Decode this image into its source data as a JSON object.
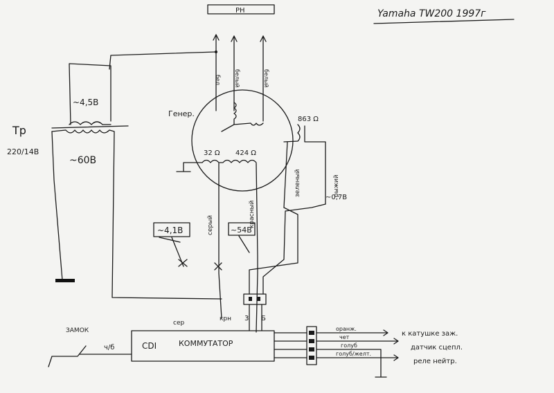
{
  "title": "Yamaha TW200 1997г",
  "blocks": {
    "rr": "РН",
    "generator": "Генер.",
    "transformer": "Тр",
    "transformer_ratio": "220/14В",
    "cdi": "CDI",
    "commutator": "КОММУТАТОР"
  },
  "measurements": {
    "v_top": "~4,5В",
    "v_transformer": "~60В",
    "v_grey": "~4,1В",
    "v_brown": "~54В",
    "v_green": "~0,7В",
    "r_coil": "863 Ω",
    "r_grey": "32 Ω",
    "r_brown": "424 Ω"
  },
  "wire_labels": {
    "bel": "бел",
    "white1": "белый",
    "white2": "белый",
    "grey": "серый",
    "brown": "красный",
    "green": "зеленый",
    "red": "рыжий",
    "ser": "сер",
    "kr": "крн",
    "pin3": "3",
    "pinB": "Б",
    "lock": "ЗАМОК",
    "lock_wire": "ч/б"
  },
  "outputs": [
    {
      "wire": "оранж.",
      "dest": "к катушке заж."
    },
    {
      "wire": "чет",
      "dest": "датчик сцепл."
    },
    {
      "wire": "голуб",
      "dest": ""
    },
    {
      "wire": "голуб/желт.",
      "dest": "реле нейтр."
    }
  ]
}
